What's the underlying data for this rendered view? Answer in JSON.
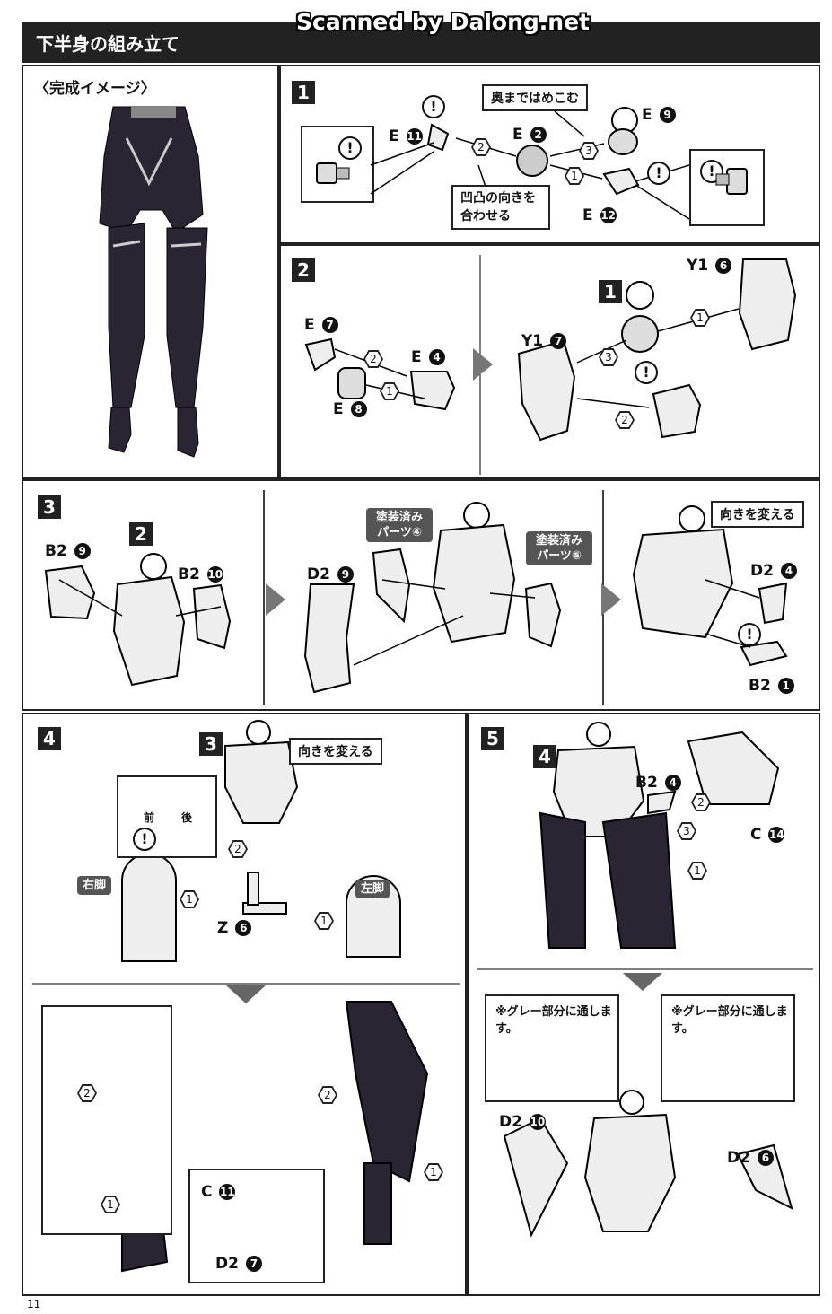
{
  "watermark": "Scanned by Dalong.net",
  "header": {
    "title": "下半身の組み立て"
  },
  "completion": {
    "title": "〈完成イメージ〉"
  },
  "page_number": "11",
  "steps": {
    "s1": {
      "num": "1",
      "parts": {
        "e11": {
          "t": "E",
          "n": "11"
        },
        "e2": {
          "t": "E",
          "n": "2"
        },
        "e9": {
          "t": "E",
          "n": "9"
        },
        "e12": {
          "t": "E",
          "n": "12"
        }
      },
      "callout_top": "奥まではめこむ",
      "callout_bottom": "凹凸の向きを合わせる",
      "o1": "1",
      "o2": "2",
      "o3": "3"
    },
    "s2": {
      "num": "2",
      "parts": {
        "e7": {
          "t": "E",
          "n": "7"
        },
        "e4": {
          "t": "E",
          "n": "4"
        },
        "e8": {
          "t": "E",
          "n": "8"
        },
        "y17": {
          "t": "Y1",
          "n": "7"
        },
        "y16": {
          "t": "Y1",
          "n": "6"
        }
      },
      "ref": "1",
      "o1": "1",
      "o2": "2",
      "o3": "3"
    },
    "s3": {
      "num": "3",
      "ref": "2",
      "parts": {
        "b29": {
          "t": "B2",
          "n": "9"
        },
        "b210": {
          "t": "B2",
          "n": "10"
        },
        "d29": {
          "t": "D2",
          "n": "9"
        },
        "d24": {
          "t": "D2",
          "n": "4"
        },
        "b21": {
          "t": "B2",
          "n": "1"
        }
      },
      "painted1": "塗装済みパーツ④",
      "painted2": "塗装済みパーツ⑤",
      "callout": "向きを変える"
    },
    "s4": {
      "num": "4",
      "ref": "3",
      "callout": "向きを変える",
      "front": "前",
      "back": "後",
      "right_leg": "右脚",
      "left_leg": "左脚",
      "parts": {
        "z6": {
          "t": "Z",
          "n": "6"
        },
        "c11": {
          "t": "C",
          "n": "11"
        },
        "d27": {
          "t": "D2",
          "n": "7"
        }
      },
      "o1": "1",
      "o2": "2"
    },
    "s5": {
      "num": "5",
      "ref": "4",
      "parts": {
        "b24": {
          "t": "B2",
          "n": "4"
        },
        "c14": {
          "t": "C",
          "n": "14"
        },
        "d210": {
          "t": "D2",
          "n": "10"
        },
        "d26": {
          "t": "D2",
          "n": "6"
        }
      },
      "note_left": "※グレー部分に通します。",
      "note_right": "※グレー部分に通します。",
      "o1": "1",
      "o2": "2",
      "o3": "3"
    }
  }
}
